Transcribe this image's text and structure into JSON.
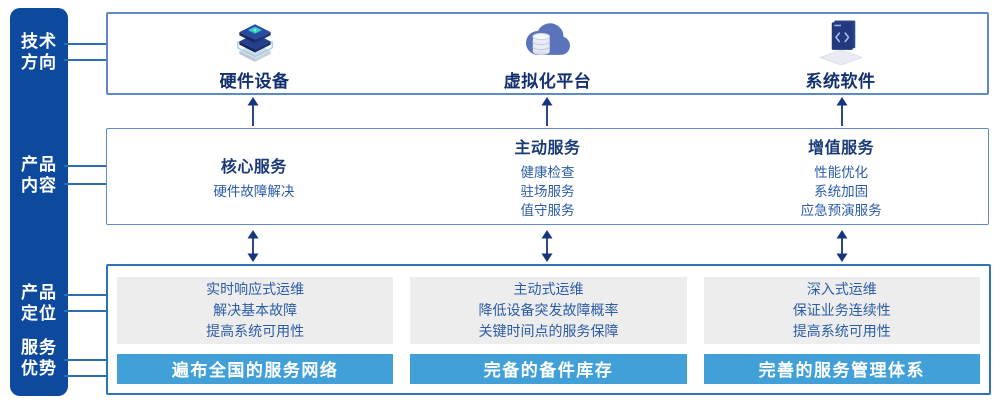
{
  "sidebar": {
    "bg_color": "#0D4A9E",
    "labels": [
      {
        "line1": "技术",
        "line2": "方向"
      },
      {
        "line1": "产品",
        "line2": "内容"
      },
      {
        "line1": "产品",
        "line2": "定位"
      },
      {
        "line1": "服务",
        "line2": "优势"
      }
    ]
  },
  "tech_row": {
    "items": [
      {
        "icon": "server-stack-icon",
        "label": "硬件设备"
      },
      {
        "icon": "cloud-database-icon",
        "label": "虚拟化平台"
      },
      {
        "icon": "software-window-icon",
        "label": "系统软件"
      }
    ]
  },
  "product_row": {
    "columns": [
      {
        "title": "核心服务",
        "items": [
          "硬件故障解决"
        ]
      },
      {
        "title": "主动服务",
        "items": [
          "健康检查",
          "驻场服务",
          "值守服务"
        ]
      },
      {
        "title": "增值服务",
        "items": [
          "性能优化",
          "系统加固",
          "应急预演服务"
        ]
      }
    ]
  },
  "bottom_row": {
    "columns": [
      {
        "positioning": [
          "实时响应式运维",
          "解决基本故障",
          "提高系统可用性"
        ],
        "advantage": "遍布全国的服务网络"
      },
      {
        "positioning": [
          "主动式运维",
          "降低设备突发故障概率",
          "关键时间点的服务保障"
        ],
        "advantage": "完备的备件库存"
      },
      {
        "positioning": [
          "深入式运维",
          "保证业务连续性",
          "提高系统可用性"
        ],
        "advantage": "完善的服务管理体系"
      }
    ]
  },
  "colors": {
    "sidebar_blue": "#0D4A9E",
    "box_border_blue": "#5E8AC9",
    "bottom_border_blue": "#2F74B9",
    "connector_blue": "#2E6DB4",
    "arrow_navy": "#16357E",
    "title_navy": "#1B3A78",
    "item_blue": "#2B5CA8",
    "panel_gray": "#EDEDED",
    "advantage_bar_blue": "#42A0D9"
  }
}
